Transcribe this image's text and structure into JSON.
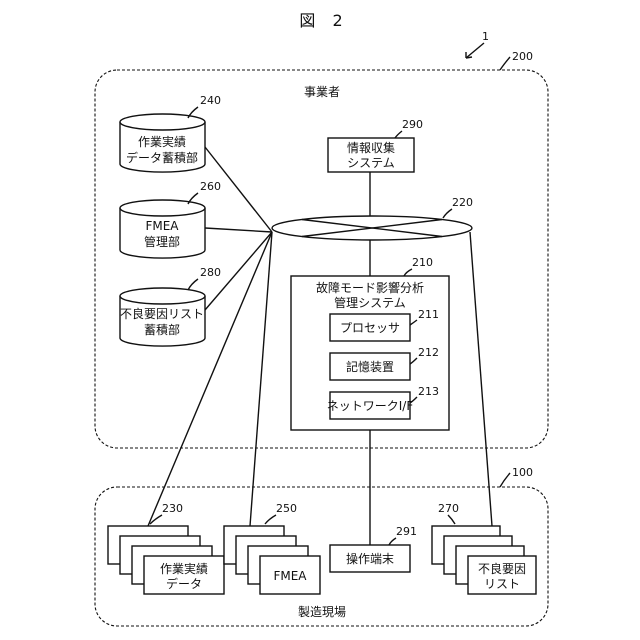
{
  "figure_title": "図 2",
  "system_ref": "1",
  "operator": {
    "label": "事業者",
    "ref": "200"
  },
  "site": {
    "label": "製造現場",
    "ref": "100"
  },
  "databases": [
    {
      "ref": "240",
      "lines": [
        "作業実績",
        "データ蓄積部"
      ]
    },
    {
      "ref": "260",
      "lines": [
        "FMEA",
        "管理部"
      ]
    },
    {
      "ref": "280",
      "lines": [
        "不良要因リスト",
        "蓄積部"
      ]
    }
  ],
  "info_system": {
    "ref": "290",
    "lines": [
      "情報収集",
      "システム"
    ]
  },
  "network": {
    "ref": "220"
  },
  "fmea_system": {
    "ref": "210",
    "lines": [
      "故障モード影響分析",
      "管理システム"
    ],
    "modules": [
      {
        "ref": "211",
        "label": "プロセッサ"
      },
      {
        "ref": "212",
        "label": "記憶装置"
      },
      {
        "ref": "213",
        "label": "ネットワークI/F"
      }
    ]
  },
  "site_docs": [
    {
      "ref": "230",
      "lines": [
        "作業実績",
        "データ"
      ]
    },
    {
      "ref": "250",
      "lines": [
        "FMEA"
      ]
    },
    {
      "ref": "270",
      "lines": [
        "不良要因",
        "リスト"
      ]
    }
  ],
  "terminal": {
    "ref": "291",
    "label": "操作端末"
  }
}
